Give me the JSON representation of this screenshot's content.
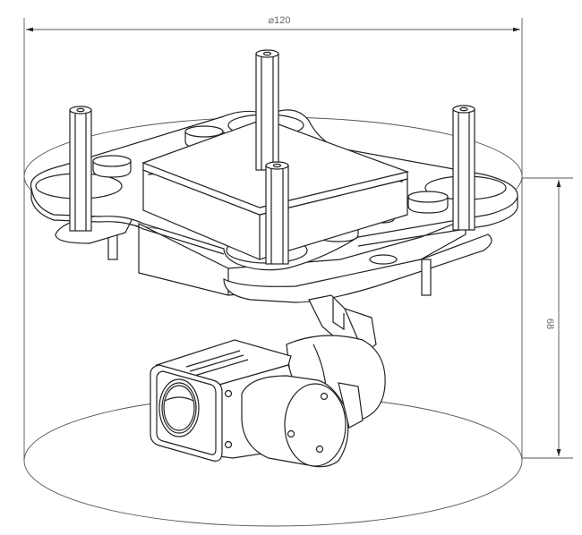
{
  "drawing": {
    "subject": "Gimbal camera with mounting plate and damping posts",
    "dimensions": {
      "diameter": {
        "symbol": "⌀",
        "value": "120",
        "label": "⌀120"
      },
      "height": {
        "value": "68",
        "label": "68"
      }
    },
    "colors": {
      "background": "#ffffff",
      "line": "#222222",
      "dimension_line": "#555555",
      "dimension_text": "#666666"
    }
  }
}
